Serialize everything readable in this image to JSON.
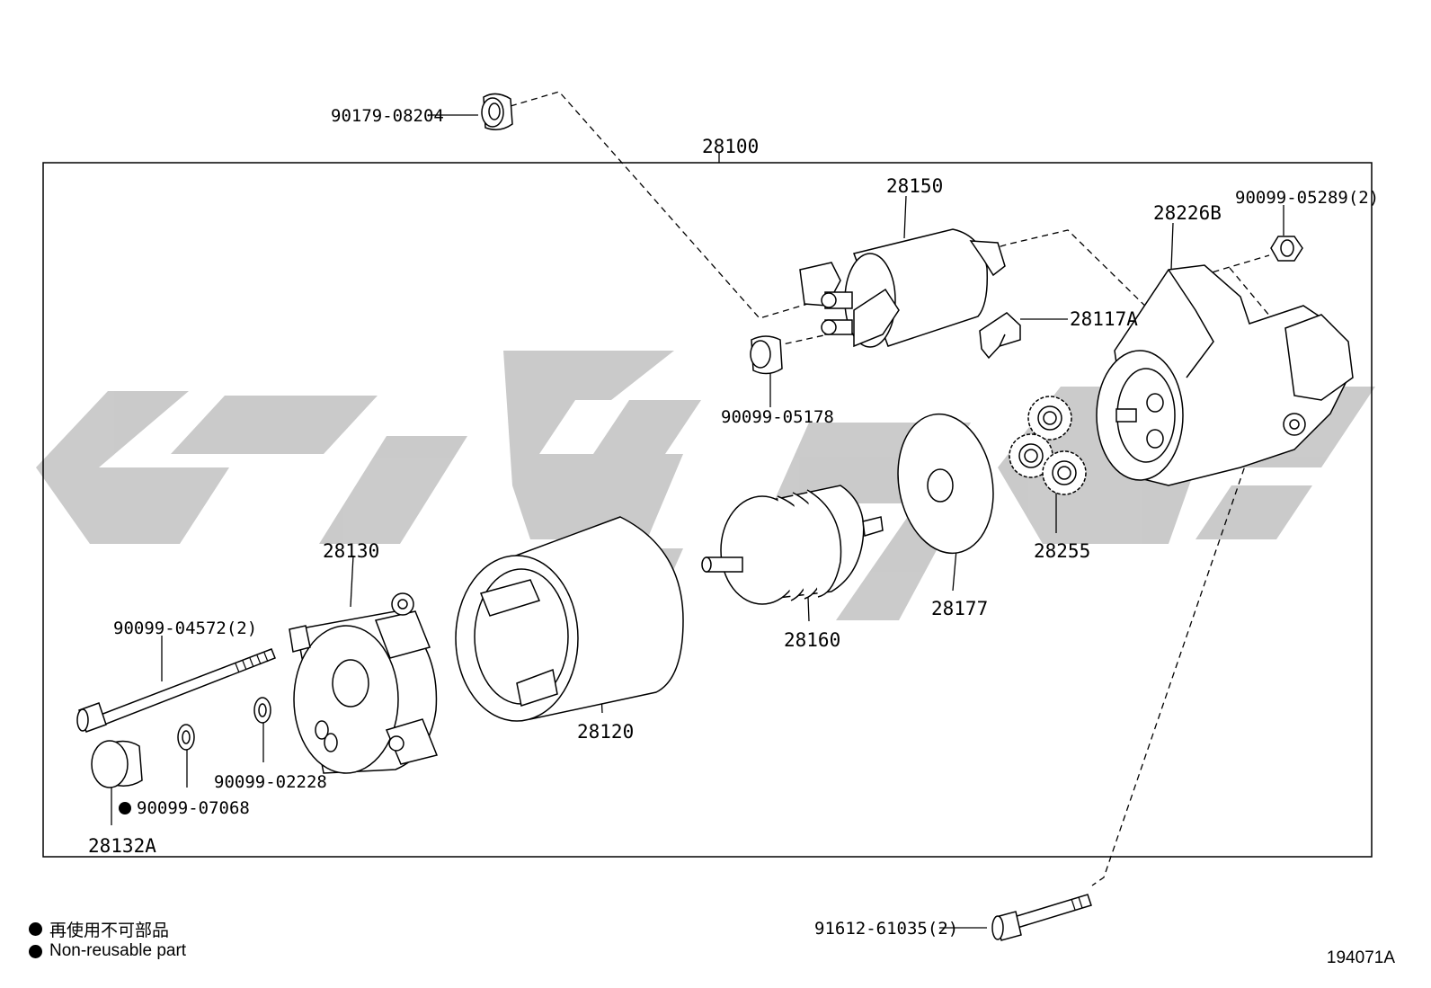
{
  "parts": {
    "p90179_08204": "90179-08204",
    "p28100": "28100",
    "p28150": "28150",
    "p90099_05289": "90099-05289(2)",
    "p28226B": "28226B",
    "p28117A": "28117A",
    "p90099_05178": "90099-05178",
    "p28255": "28255",
    "p28177": "28177",
    "p28160": "28160",
    "p28130": "28130",
    "p28120": "28120",
    "p90099_04572": "90099-04572(2)",
    "p90099_02228": "90099-02228",
    "p90099_07068": "90099-07068",
    "p28132A": "28132A",
    "p91612_61035": "91612-61035(2)"
  },
  "legend": {
    "line1": "再使用不可部品",
    "line2": "Non-reusable part"
  },
  "figure_id": "194071A",
  "colors": {
    "line": "#000000",
    "watermark": "#c8c8c8"
  }
}
